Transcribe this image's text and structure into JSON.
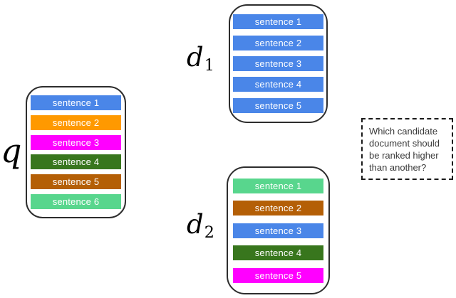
{
  "diagram": {
    "query": {
      "label": "q",
      "sentences": [
        {
          "text": "sentence 1",
          "color": "#4A86E8"
        },
        {
          "text": "sentence 2",
          "color": "#FF9900"
        },
        {
          "text": "sentence 3",
          "color": "#FF00FF"
        },
        {
          "text": "sentence 4",
          "color": "#38761D"
        },
        {
          "text": "sentence 5",
          "color": "#B45F06"
        },
        {
          "text": "sentence 6",
          "color": "#58D68D"
        }
      ]
    },
    "doc1": {
      "label_base": "d",
      "label_sub": "1",
      "sentences": [
        {
          "text": "sentence 1",
          "color": "#4A86E8"
        },
        {
          "text": "sentence 2",
          "color": "#4A86E8"
        },
        {
          "text": "sentence 3",
          "color": "#4A86E8"
        },
        {
          "text": "sentence 4",
          "color": "#4A86E8"
        },
        {
          "text": "sentence 5",
          "color": "#4A86E8"
        }
      ]
    },
    "doc2": {
      "label_base": "d",
      "label_sub": "2",
      "sentences": [
        {
          "text": "sentence 1",
          "color": "#58D68D"
        },
        {
          "text": "sentence 2",
          "color": "#B45F06"
        },
        {
          "text": "sentence 3",
          "color": "#4A86E8"
        },
        {
          "text": "sentence 4",
          "color": "#38761D"
        },
        {
          "text": "sentence 5",
          "color": "#FF00FF"
        }
      ]
    },
    "question": {
      "text": "Which candidate document should be ranked higher than another?",
      "lines": [
        "Which candidate",
        "document should",
        "be ranked higher",
        "than another?"
      ]
    },
    "colors": {
      "box_border": "#2d2d2d",
      "question_border": "#1a1a1a",
      "question_text": "#3a3a3a",
      "bar_text": "#ffffff",
      "background": "#ffffff"
    }
  }
}
